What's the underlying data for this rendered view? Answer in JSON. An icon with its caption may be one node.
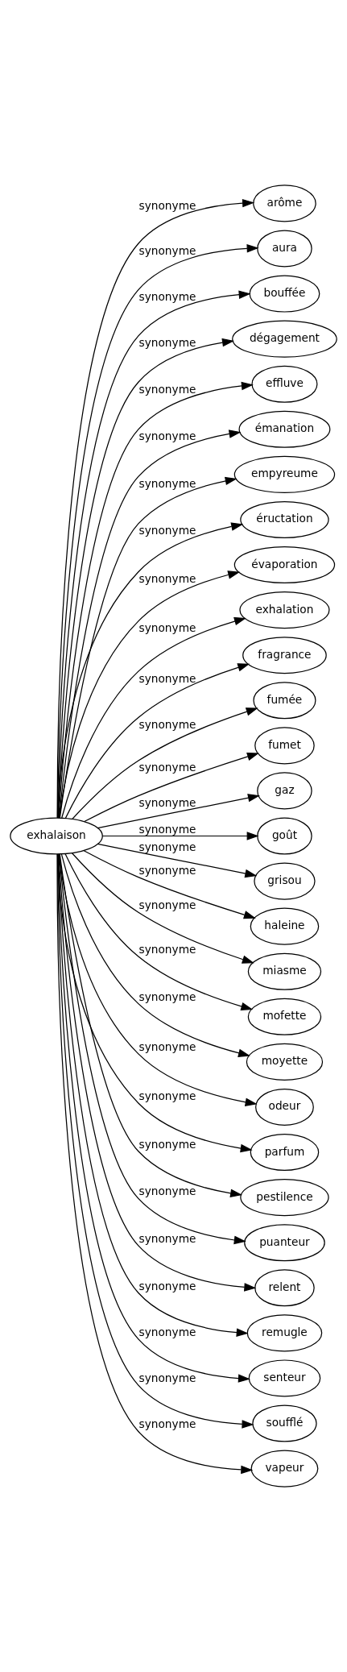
{
  "diagram": {
    "nodes": [
      {
        "text": [
          "exhalaison"
        ]
      },
      {
        "text": [
          "arôme"
        ]
      },
      {
        "text": [
          "aura"
        ]
      },
      {
        "text": [
          "bouffée"
        ]
      },
      {
        "text": [
          "dégagement"
        ]
      },
      {
        "text": [
          "effluve"
        ]
      },
      {
        "text": [
          "émanation"
        ]
      },
      {
        "text": [
          "empyreume"
        ]
      },
      {
        "text": [
          "éructation"
        ]
      },
      {
        "text": [
          "évaporation"
        ]
      },
      {
        "text": [
          "exhalation"
        ]
      },
      {
        "text": [
          "fragrance"
        ]
      },
      {
        "text": [
          "fumée"
        ]
      },
      {
        "text": [
          "fumet"
        ]
      },
      {
        "text": [
          "gaz"
        ]
      },
      {
        "text": [
          "goût"
        ]
      },
      {
        "text": [
          "grisou"
        ]
      },
      {
        "text": [
          "haleine"
        ]
      },
      {
        "text": [
          "miasme"
        ]
      },
      {
        "text": [
          "mofette"
        ]
      },
      {
        "text": [
          "moyette"
        ]
      },
      {
        "text": [
          "odeur"
        ]
      },
      {
        "text": [
          "parfum"
        ]
      },
      {
        "text": [
          "pestilence"
        ]
      },
      {
        "text": [
          "puanteur"
        ]
      },
      {
        "text": [
          "relent"
        ]
      },
      {
        "text": [
          "remugle"
        ]
      },
      {
        "text": [
          "senteur"
        ]
      },
      {
        "text": [
          "soufflé"
        ]
      },
      {
        "text": [
          "vapeur"
        ]
      }
    ],
    "edges": [
      {
        "from": 0,
        "to": 1,
        "arrow": "to",
        "label": "synonyme"
      },
      {
        "from": 0,
        "to": 2,
        "arrow": "to",
        "label": "synonyme"
      },
      {
        "from": 0,
        "to": 3,
        "arrow": "to",
        "label": "synonyme"
      },
      {
        "from": 0,
        "to": 4,
        "arrow": "to",
        "label": "synonyme"
      },
      {
        "from": 0,
        "to": 5,
        "arrow": "to",
        "label": "synonyme"
      },
      {
        "from": 0,
        "to": 6,
        "arrow": "to",
        "label": "synonyme"
      },
      {
        "from": 0,
        "to": 7,
        "arrow": "to",
        "label": "synonyme"
      },
      {
        "from": 0,
        "to": 8,
        "arrow": "to",
        "label": "synonyme"
      },
      {
        "from": 0,
        "to": 9,
        "arrow": "to",
        "label": "synonyme"
      },
      {
        "from": 0,
        "to": 10,
        "arrow": "to",
        "label": "synonyme"
      },
      {
        "from": 0,
        "to": 11,
        "arrow": "to",
        "label": "synonyme"
      },
      {
        "from": 0,
        "to": 12,
        "arrow": "to",
        "label": "synonyme"
      },
      {
        "from": 0,
        "to": 13,
        "arrow": "to",
        "label": "synonyme"
      },
      {
        "from": 0,
        "to": 14,
        "arrow": "to",
        "label": "synonyme"
      },
      {
        "from": 0,
        "to": 15,
        "arrow": "to",
        "label": "synonyme"
      },
      {
        "from": 0,
        "to": 16,
        "arrow": "to",
        "label": "synonyme"
      },
      {
        "from": 0,
        "to": 17,
        "arrow": "to",
        "label": "synonyme"
      },
      {
        "from": 0,
        "to": 18,
        "arrow": "to",
        "label": "synonyme"
      },
      {
        "from": 0,
        "to": 19,
        "arrow": "to",
        "label": "synonyme"
      },
      {
        "from": 0,
        "to": 20,
        "arrow": "to",
        "label": "synonyme"
      },
      {
        "from": 0,
        "to": 21,
        "arrow": "to",
        "label": "synonyme"
      },
      {
        "from": 0,
        "to": 22,
        "arrow": "to",
        "label": "synonyme"
      },
      {
        "from": 0,
        "to": 23,
        "arrow": "to",
        "label": "synonyme"
      },
      {
        "from": 0,
        "to": 24,
        "arrow": "to",
        "label": "synonyme"
      },
      {
        "from": 0,
        "to": 25,
        "arrow": "to",
        "label": "synonyme"
      },
      {
        "from": 0,
        "to": 26,
        "arrow": "to",
        "label": "synonyme"
      },
      {
        "from": 0,
        "to": 27,
        "arrow": "to",
        "label": "synonyme"
      },
      {
        "from": 0,
        "to": 28,
        "arrow": "to",
        "label": "synonyme"
      },
      {
        "from": 0,
        "to": 29,
        "arrow": "to",
        "label": "synonyme"
      }
    ]
  }
}
